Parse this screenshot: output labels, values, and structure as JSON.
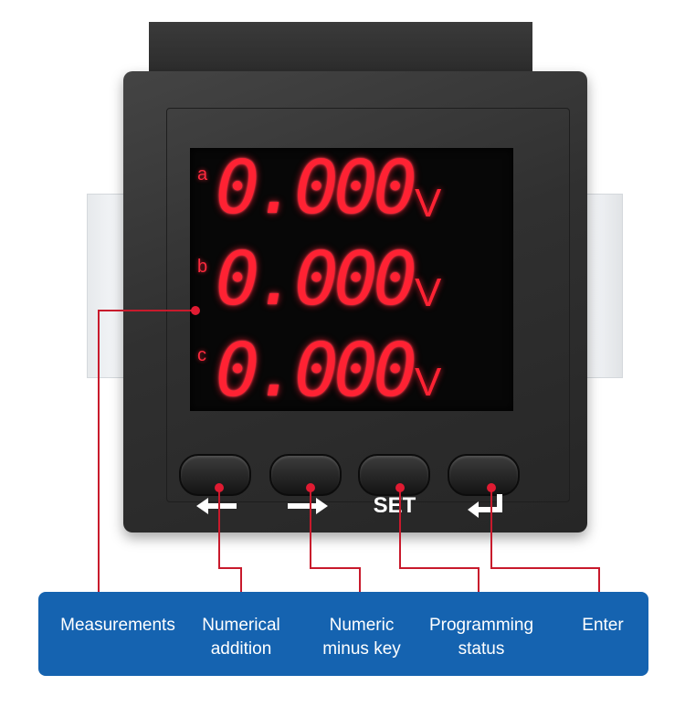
{
  "display": {
    "rows": [
      {
        "letter": "a",
        "value": "0.000",
        "unit": "V"
      },
      {
        "letter": "b",
        "value": "0.000",
        "unit": "V"
      },
      {
        "letter": "c",
        "value": "0.000",
        "unit": "V"
      }
    ],
    "led_color": "#ff2233"
  },
  "keys": {
    "set_label": "SET"
  },
  "icons": [
    "left-arrow-icon",
    "right-arrow-icon",
    "enter-icon"
  ],
  "captions": {
    "measurements": "Measurements",
    "numerical_addition": "Numerical\naddition",
    "numeric_minus_key": "Numeric\nminus key",
    "programming_status": "Programming\nstatus",
    "enter": "Enter"
  },
  "colors": {
    "caption_bar": "#1563b0",
    "leader_line": "#c81a2c"
  }
}
